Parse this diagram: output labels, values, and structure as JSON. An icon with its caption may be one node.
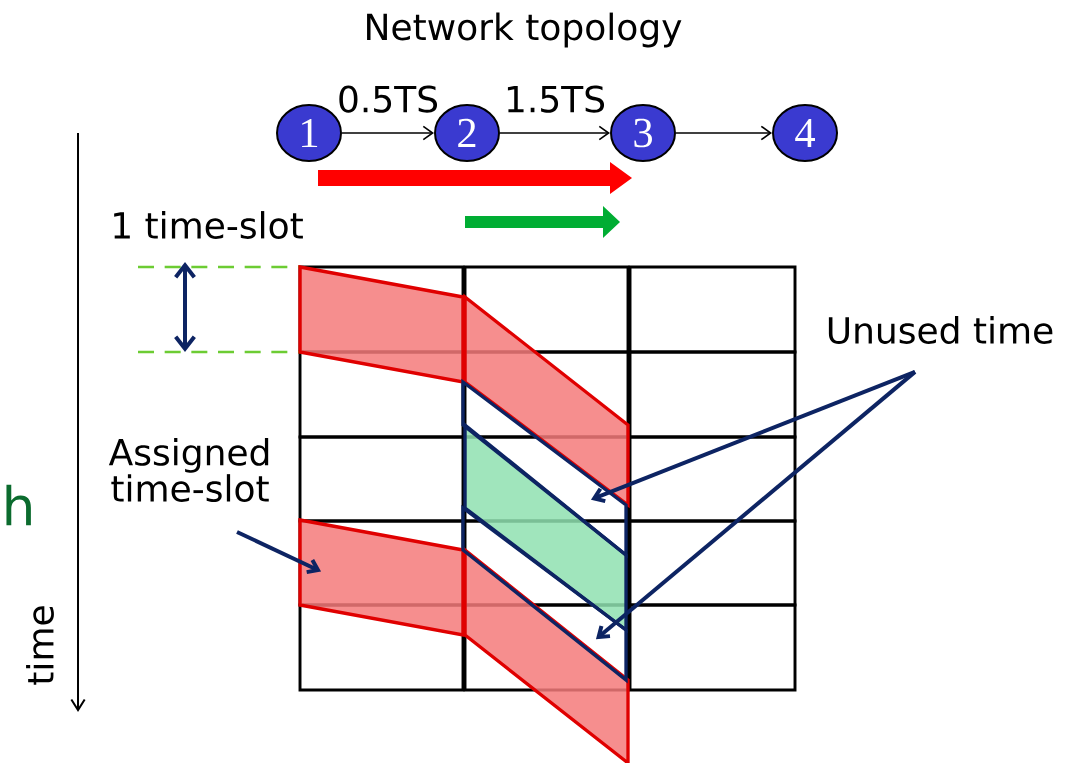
{
  "diagram": {
    "title": "Network topology",
    "nodes": [
      {
        "text": [
          "1"
        ]
      },
      {
        "text": [
          "2"
        ]
      },
      {
        "text": [
          "3"
        ]
      },
      {
        "text": [
          "4"
        ]
      },
      {
        "text": [
          "Unused time"
        ]
      },
      {
        "text": [],
        "shape": "parallelogram"
      },
      {
        "text": [],
        "shape": "parallelogram"
      },
      {
        "text": [
          "Assigned time-slot"
        ]
      },
      {
        "text": [],
        "shape": "parallelogram"
      },
      {
        "text": [],
        "shape": "parallelogram"
      },
      {
        "text": [],
        "shape": "parallelogram"
      },
      {
        "text": [],
        "shape": "parallelogram"
      },
      {
        "text": [],
        "shape": "parallelogram"
      }
    ],
    "edges": [
      {
        "from": 0,
        "to": 1,
        "arrow": "to",
        "label": "0.5TS"
      },
      {
        "from": 1,
        "to": 2,
        "arrow": "to",
        "label": "1.5TS"
      },
      {
        "from": 2,
        "to": 3,
        "arrow": "to"
      },
      {
        "from": 4,
        "to": 5,
        "arrow": "to",
        "style": "thick",
        "color": "#0d2463"
      },
      {
        "from": 4,
        "to": 6,
        "arrow": "to",
        "style": "thick",
        "color": "#0d2463"
      },
      {
        "from": 7,
        "to": 8,
        "arrow": "to",
        "style": "thick",
        "color": "#0d2463"
      }
    ],
    "labels": [
      "1 time-slot",
      "h",
      "time"
    ]
  }
}
